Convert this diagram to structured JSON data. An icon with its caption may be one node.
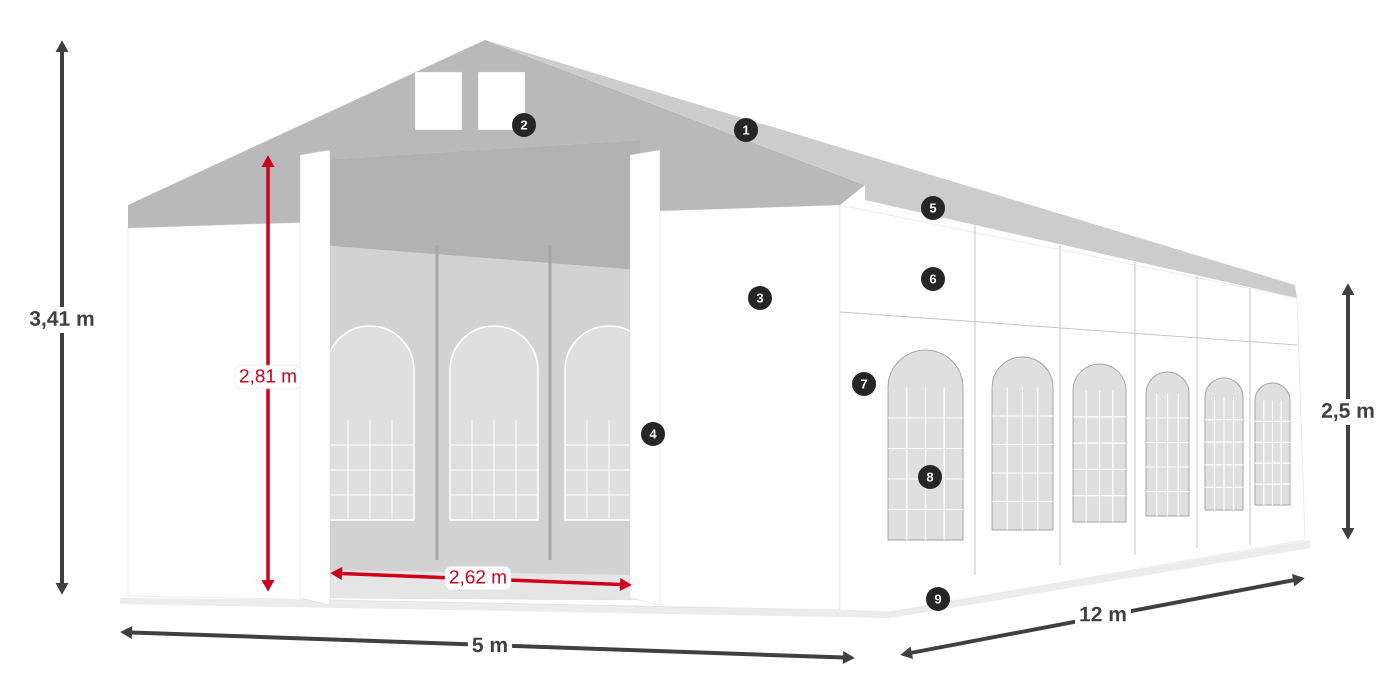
{
  "diagram": {
    "labels": [
      "3,41 m",
      "2",
      "1",
      "2,81 m",
      "5",
      "6",
      "3",
      "2,5 m",
      "7",
      "4",
      "8",
      "2,62 m",
      "9",
      "12 m",
      "5 m"
    ]
  }
}
